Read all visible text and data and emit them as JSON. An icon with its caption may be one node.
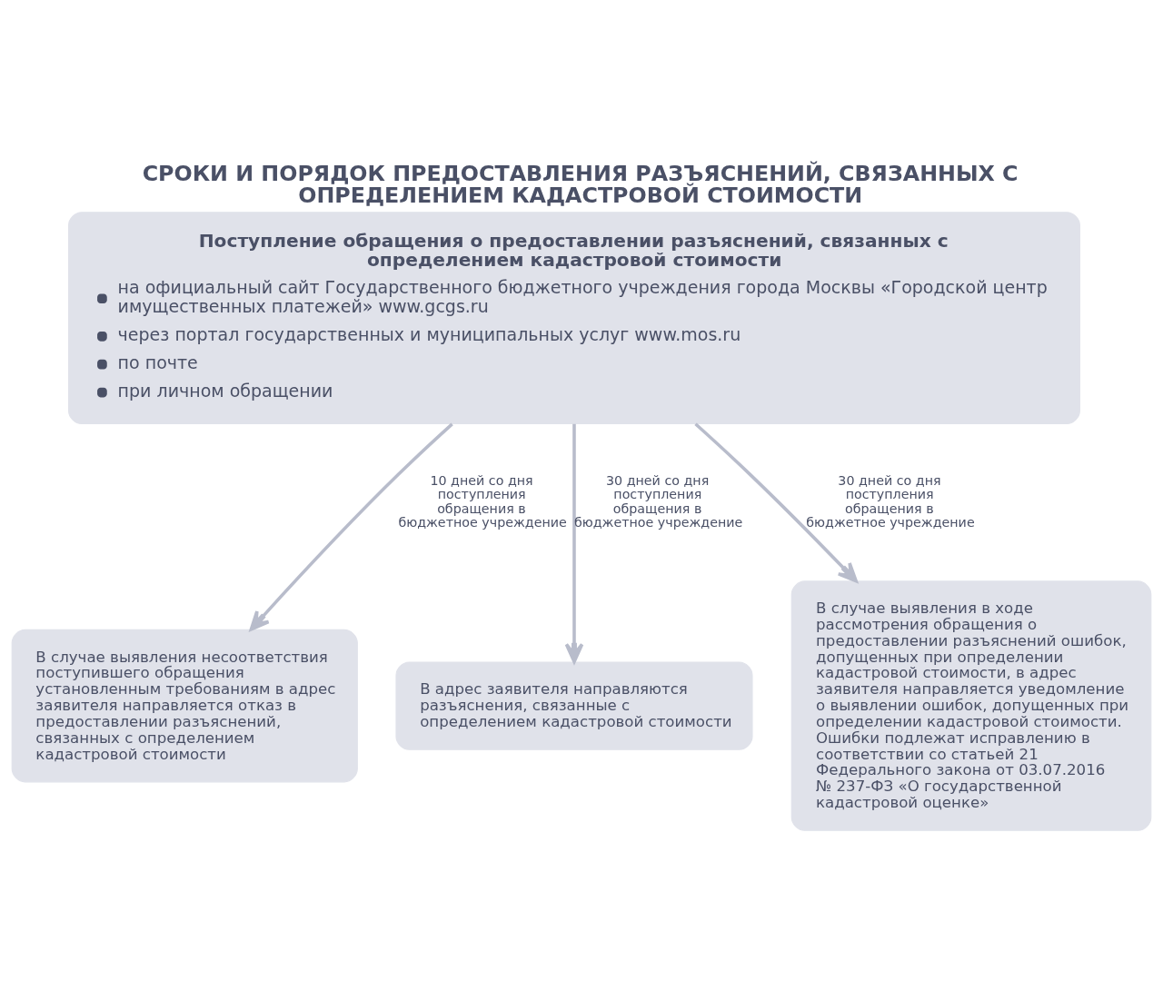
{
  "diagram": {
    "title": "СРОКИ И ПОРЯДОК ПРЕДОСТАВЛЕНИЯ РАЗЪЯСНЕНИЙ, СВЯЗАННЫХ С ОПРЕДЕЛЕНИЕМ КАДАСТРОВОЙ СТОИМОСТИ",
    "nodes": [
      {
        "text": [
          "Поступление обращения о предоставлении разъяснений, связанных с определением кадастровой стоимости",
          "на официальный сайт Государственного бюджетного учреждения города Москвы «Городской центр имущественных платежей» www.gcgs.ru",
          "через портал государственных и муниципальных услуг www.mos.ru",
          "по почте",
          "при личном обращении"
        ]
      },
      {
        "text": [
          "В случае выявления несоответствия поступившего обращения установленным требованиям в адрес заявителя направляется отказ в предоставлении разъяснений, связанных с определением кадастровой стоимости"
        ]
      },
      {
        "text": [
          "В адрес заявителя направляются разъяснения, связанные с определением кадастровой стоимости"
        ]
      },
      {
        "text": [
          "В случае выявления в ходе рассмотрения обращения о предоставлении разъяснений ошибок, допущенных при определении кадастровой стоимости, в адрес заявителя направляется уведомление о выявлении ошибок, допущенных при определении кадастровой стоимости. Ошибки подлежат исправлению в соответствии со статьей 21 Федерального закона от 03.07.2016 № 237-ФЗ «О государственной кадастровой оценке»"
        ]
      }
    ],
    "edges": [
      {
        "from": 0,
        "to": 1,
        "arrow": "to",
        "label": "10 дней со дня поступления обращения в бюджетное учреждение"
      },
      {
        "from": 0,
        "to": 2,
        "arrow": "to",
        "label": "30 дней со дня поступления обращения в бюджетное учреждение"
      },
      {
        "from": 0,
        "to": 3,
        "arrow": "to",
        "label": "30 дней со дня поступления обращения в бюджетное учреждение"
      }
    ]
  }
}
